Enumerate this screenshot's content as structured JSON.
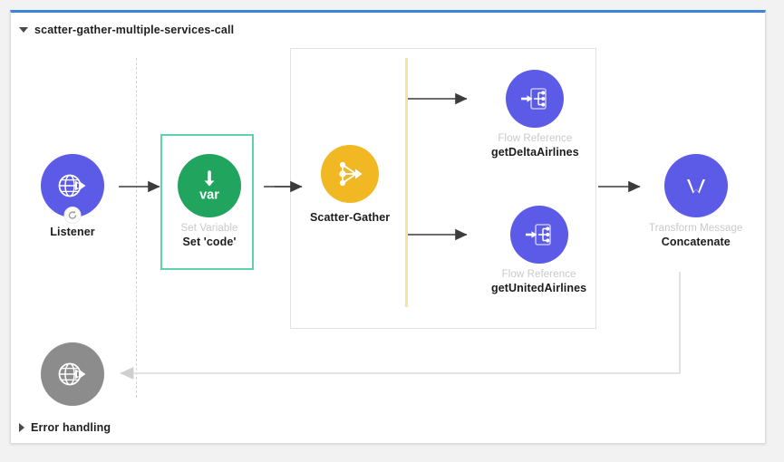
{
  "window": {
    "accent_color": "#3b86d6",
    "canvas_background": "#ffffff",
    "page_background": "#f2f2f2"
  },
  "flow": {
    "name": "scatter-gather-multiple-services-call",
    "expand_icon": "triangle-down-icon",
    "expanded": true
  },
  "error_handling": {
    "label": "Error handling",
    "expand_icon": "triangle-right-icon",
    "expanded": false
  },
  "nodes": [
    {
      "id": "listener",
      "icon": "http-listener-globe-icon",
      "icon_color": "#5b5be8",
      "type_label": "",
      "name_label": "Listener",
      "badge_icon": "refresh-badge-icon",
      "selected": false
    },
    {
      "id": "set-variable",
      "icon": "set-variable-var-icon",
      "icon_color": "#21a45d",
      "type_label": "Set Variable",
      "name_label": "Set 'code'",
      "selected": true,
      "selection_color": "#5ed2a8"
    },
    {
      "id": "scatter-gather",
      "icon": "scatter-gather-icon",
      "icon_color": "#f1b824",
      "type_label": "",
      "name_label": "Scatter-Gather",
      "selected": false
    },
    {
      "id": "flow-ref-delta",
      "icon": "flow-reference-icon",
      "icon_color": "#5b5be8",
      "type_label": "Flow Reference",
      "name_label": "getDeltaAirlines",
      "selected": false
    },
    {
      "id": "flow-ref-united",
      "icon": "flow-reference-icon",
      "icon_color": "#5b5be8",
      "type_label": "Flow Reference",
      "name_label": "getUnitedAirlines",
      "selected": false
    },
    {
      "id": "transform-message",
      "icon": "transform-message-icon",
      "icon_color": "#5b5be8",
      "type_label": "Transform Message",
      "name_label": "Concatenate",
      "selected": false
    },
    {
      "id": "error-listener",
      "icon": "http-listener-globe-icon",
      "icon_color": "#8c8c8c",
      "type_label": "",
      "name_label": "",
      "selected": false
    }
  ],
  "containers": {
    "scatter_gather_box": {
      "border_color": "#e3e3e3",
      "divider_color": "#f4e4a2"
    },
    "source_divider": {
      "style": "dashed",
      "color": "#d3d3d3"
    }
  },
  "connectors": {
    "arrow_color": "#3c3c3c",
    "return_line_color": "#e0e0e0"
  }
}
